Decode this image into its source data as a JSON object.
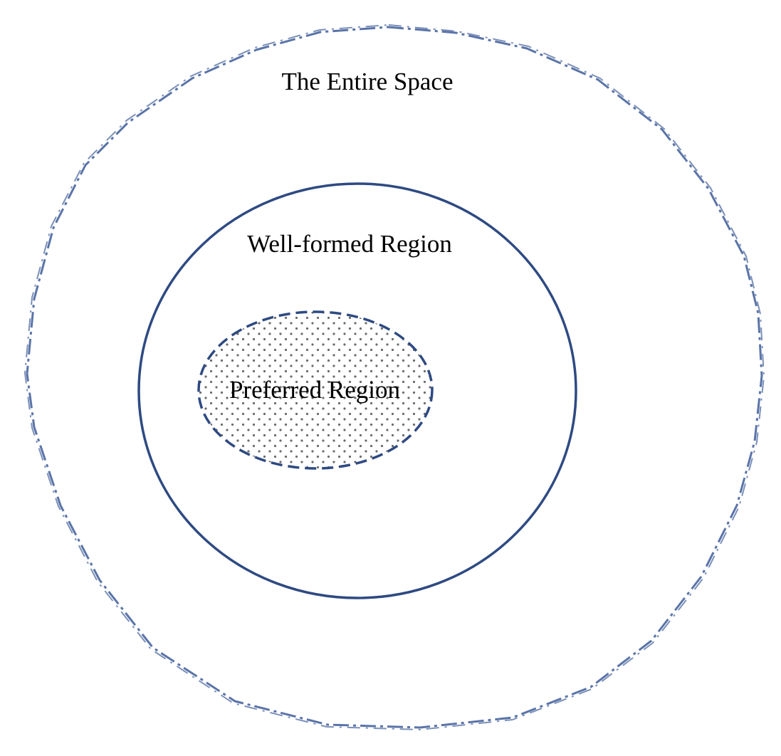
{
  "diagram": {
    "regions": [
      {
        "id": "entire",
        "label": "The Entire Space"
      },
      {
        "id": "wellformed",
        "label": "Well-formed Region"
      },
      {
        "id": "preferred",
        "label": "Preferred Region"
      }
    ]
  },
  "colors": {
    "outer_outline": "#5a74a8",
    "wellformed_outline": "#2e4a82",
    "preferred_outline": "#2e4a82",
    "dot_fill": "#6b6b6b",
    "label_text": "#000000",
    "background": "#ffffff"
  }
}
